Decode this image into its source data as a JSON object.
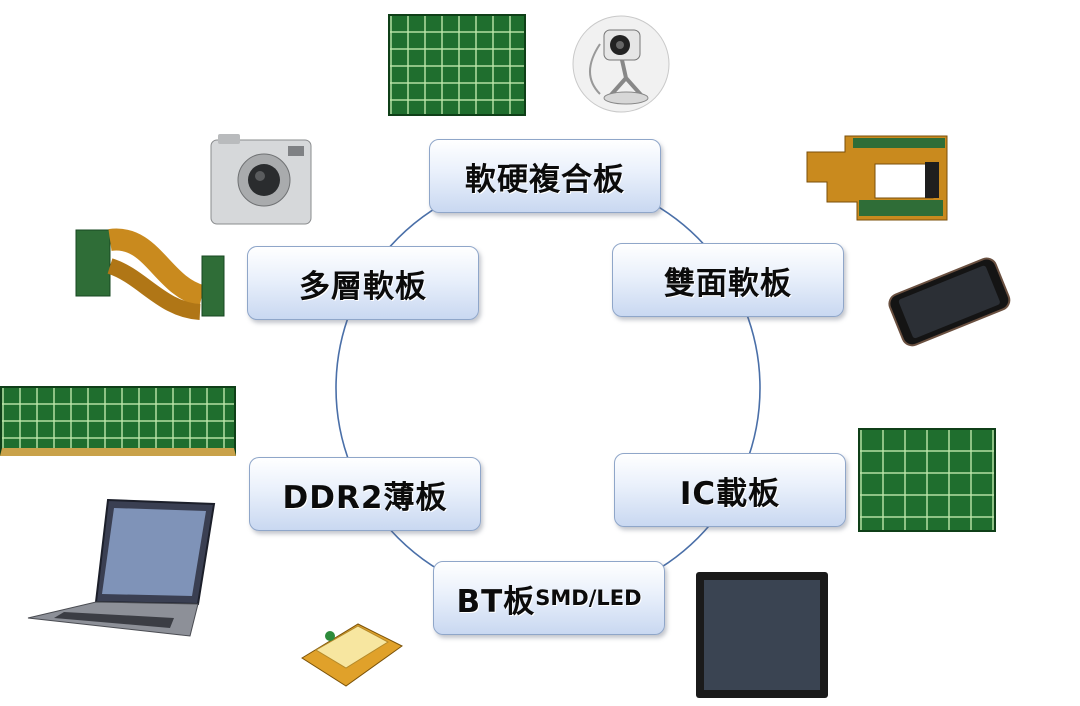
{
  "nodes": {
    "top": "軟硬複合板",
    "left1": "多層軟板",
    "right1": "雙面軟板",
    "left2": "DDR2薄板",
    "right2": "IC載板",
    "bottom_main": "BT板",
    "bottom_sub": "SMD/LED"
  },
  "colors": {
    "ring": "#4a6fa8",
    "box_border": "#8fa6c9",
    "pcb_green": "#1f6e2e",
    "flex_amber": "#c98a1e"
  },
  "pictures": [
    "pcb-panel-image",
    "webcam-image",
    "digital-camera-image",
    "flex-board-image",
    "multilayer-flex-image",
    "smartphone-image",
    "memory-module-image",
    "ic-substrate-image",
    "laptop-image",
    "led-chip-image",
    "monitor-image"
  ]
}
